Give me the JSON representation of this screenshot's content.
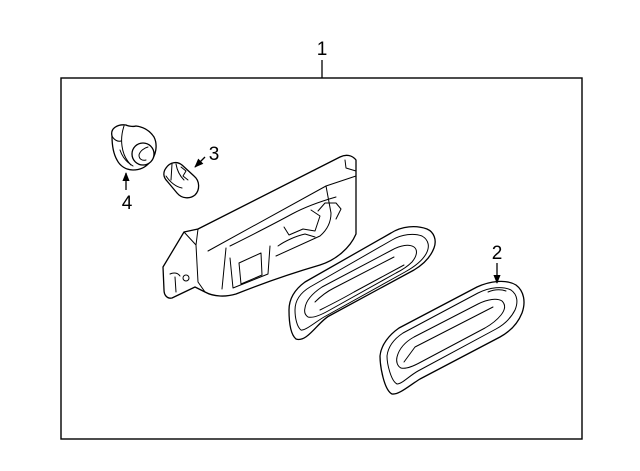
{
  "callouts": {
    "assembly": "1",
    "lens": "2",
    "bulb": "3",
    "socket": "4"
  },
  "colors": {
    "line": "#000000",
    "background": "#ffffff"
  }
}
